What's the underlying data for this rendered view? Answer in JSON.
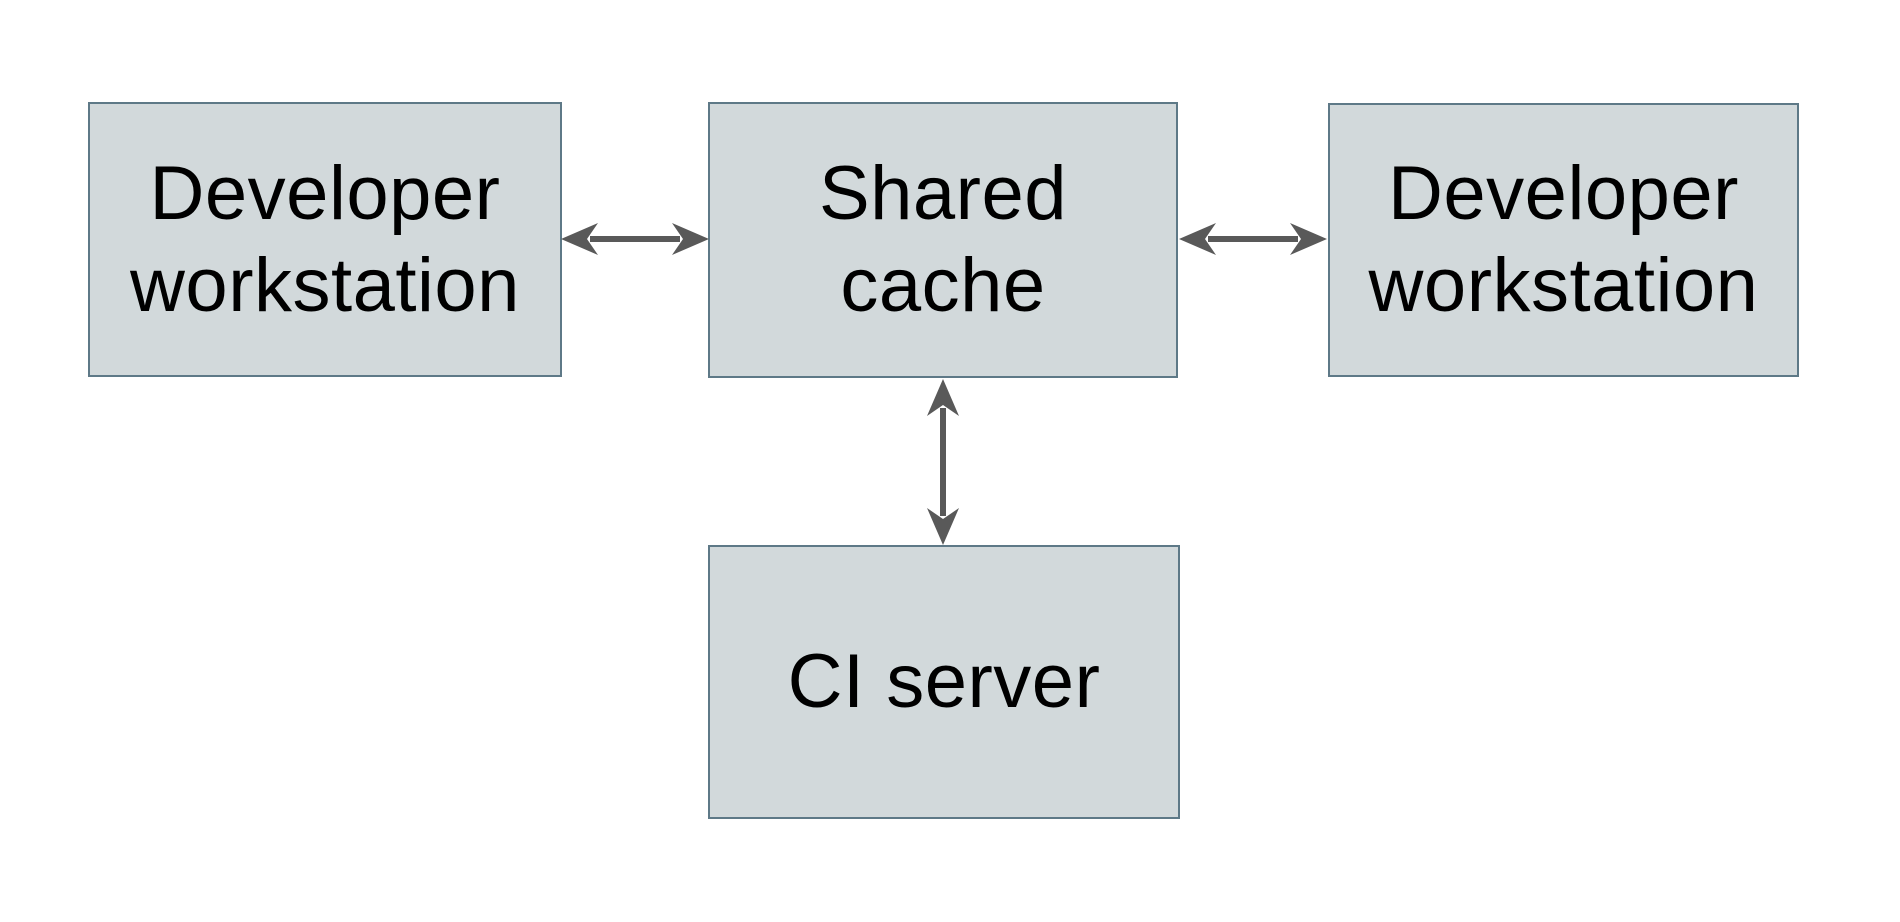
{
  "diagram": {
    "type": "architecture-diagram",
    "nodes": [
      {
        "id": "developer-workstation-left",
        "label": "Developer\nworkstation"
      },
      {
        "id": "shared-cache",
        "label": "Shared\ncache"
      },
      {
        "id": "developer-workstation-right",
        "label": "Developer\nworkstation"
      },
      {
        "id": "ci-server",
        "label": "CI server"
      }
    ],
    "edges": [
      {
        "from": "developer-workstation-left",
        "to": "shared-cache",
        "direction": "bidirectional",
        "orientation": "horizontal"
      },
      {
        "from": "developer-workstation-right",
        "to": "shared-cache",
        "direction": "bidirectional",
        "orientation": "horizontal"
      },
      {
        "from": "ci-server",
        "to": "shared-cache",
        "direction": "bidirectional",
        "orientation": "vertical"
      }
    ]
  },
  "colors": {
    "background": "#ffffff",
    "node_fill": "#d2d9db",
    "node_border": "#5e7987",
    "arrow": "#595959",
    "text": "#000000"
  }
}
